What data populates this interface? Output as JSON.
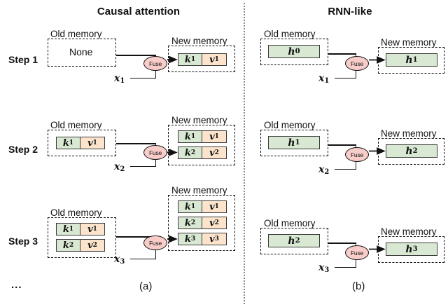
{
  "panels": [
    {
      "id": "causal",
      "title": "Causal attention",
      "caption": "(a)"
    },
    {
      "id": "rnn",
      "title": "RNN-like",
      "caption": "(b)"
    }
  ],
  "steps": [
    {
      "label": "Step 1"
    },
    {
      "label": "Step 2"
    },
    {
      "label": "Step 3"
    }
  ],
  "continuation": "...",
  "labels": {
    "old_memory": "Old memory",
    "new_memory": "New memory",
    "none": "None",
    "fuse": "Fuse"
  },
  "inputs": [
    {
      "text": "x",
      "sub": "1"
    },
    {
      "text": "x",
      "sub": "2"
    },
    {
      "text": "x",
      "sub": "3"
    }
  ],
  "causal": {
    "step1": {
      "old": {
        "empty": true,
        "none_text": "None",
        "slots": []
      },
      "new": {
        "slots": [
          {
            "k": "k",
            "ksub": "1",
            "v": "v",
            "vsub": "1"
          }
        ]
      }
    },
    "step2": {
      "old": {
        "empty": false,
        "slots": [
          {
            "k": "k",
            "ksub": "1",
            "v": "v",
            "vsub": "1"
          }
        ]
      },
      "new": {
        "slots": [
          {
            "k": "k",
            "ksub": "1",
            "v": "v",
            "vsub": "1"
          },
          {
            "k": "k",
            "ksub": "2",
            "v": "v",
            "vsub": "2"
          }
        ]
      }
    },
    "step3": {
      "old": {
        "empty": false,
        "slots": [
          {
            "k": "k",
            "ksub": "1",
            "v": "v",
            "vsub": "1"
          },
          {
            "k": "k",
            "ksub": "2",
            "v": "v",
            "vsub": "2"
          }
        ]
      },
      "new": {
        "slots": [
          {
            "k": "k",
            "ksub": "1",
            "v": "v",
            "vsub": "1"
          },
          {
            "k": "k",
            "ksub": "2",
            "v": "v",
            "vsub": "2"
          },
          {
            "k": "k",
            "ksub": "3",
            "v": "v",
            "vsub": "3"
          }
        ]
      }
    }
  },
  "rnn": {
    "step1": {
      "old": {
        "h": "h",
        "sub": "0"
      },
      "new": {
        "h": "h",
        "sub": "1"
      }
    },
    "step2": {
      "old": {
        "h": "h",
        "sub": "1"
      },
      "new": {
        "h": "h",
        "sub": "2"
      }
    },
    "step3": {
      "old": {
        "h": "h",
        "sub": "2"
      },
      "new": {
        "h": "h",
        "sub": "3"
      }
    }
  },
  "colors": {
    "key_fill": "#d8e8d2",
    "value_fill": "#fbe4cb",
    "hidden_fill": "#d8e8d2",
    "fuse_fill": "#f7ccc9",
    "stroke": "#3a3a3a",
    "divider": "#8a8a8a",
    "background": "#ffffff"
  }
}
